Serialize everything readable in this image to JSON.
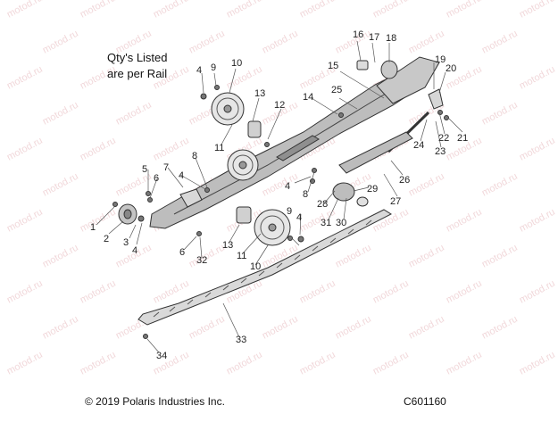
{
  "note": {
    "line1": "Qty's Listed",
    "line2": "are per Rail"
  },
  "copyright": "© 2019 Polaris Industries Inc.",
  "diagram_code": "C601160",
  "watermark_text": "motod.ru",
  "callouts": [
    "1",
    "2",
    "3",
    "4",
    "5",
    "6",
    "7",
    "8",
    "9",
    "10",
    "11",
    "12",
    "13",
    "14",
    "15",
    "16",
    "17",
    "18",
    "19",
    "20",
    "21",
    "22",
    "23",
    "24",
    "25",
    "26",
    "27",
    "28",
    "29",
    "30",
    "31",
    "32",
    "33",
    "34"
  ]
}
